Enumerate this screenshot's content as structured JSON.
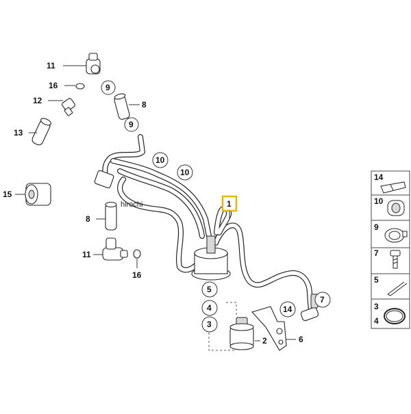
{
  "watermark": "hirochi",
  "callouts": {
    "c11_top": "11",
    "c16_top": "16",
    "c12": "12",
    "c13": "13",
    "c9_top": "9",
    "c8_top": "8",
    "c9_bottom": "9",
    "c15": "15",
    "c8_mid": "8",
    "c11_bottom": "11",
    "c16_bottom": "16",
    "c10_a": "10",
    "c10_b": "10",
    "c1_highlight": "1",
    "c5": "5",
    "c4": "4",
    "c3": "3",
    "c2": "2",
    "c14": "14",
    "c6": "6",
    "c7": "7"
  },
  "legend": {
    "rows": [
      "14",
      "10",
      "9",
      "7",
      "5",
      "3",
      "4"
    ]
  },
  "colors": {
    "highlight": "#e6b800",
    "line": "#222222"
  }
}
